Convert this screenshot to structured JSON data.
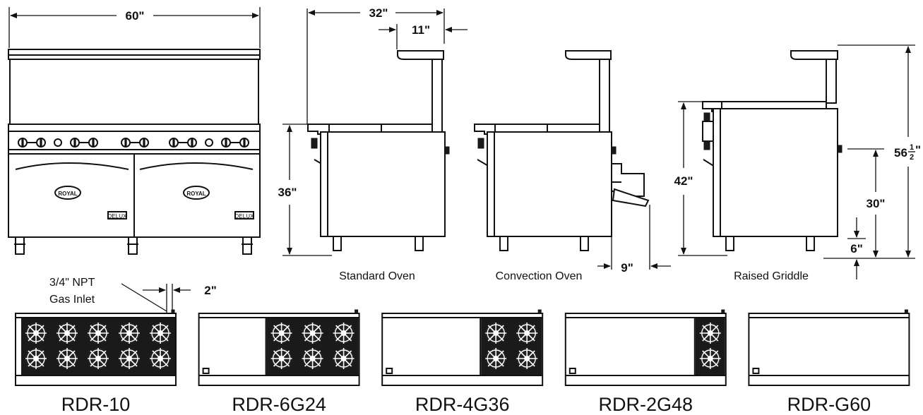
{
  "dimensions": {
    "width_60": "60\"",
    "depth_32": "32\"",
    "shelf_11": "11\"",
    "height_36": "36\"",
    "height_42": "42\"",
    "height_56": "56",
    "height_56_frac_num": "1",
    "height_56_frac_den": "2",
    "height_56_quote": "\"",
    "height_30": "30\"",
    "leg_6": "6\"",
    "conv_9": "9\"",
    "inlet_2": "2\""
  },
  "views": {
    "standard_oven": "Standard Oven",
    "convection_oven": "Convection Oven",
    "raised_griddle": "Raised Griddle"
  },
  "gas_inlet": {
    "line1": "3/4\" NPT",
    "line2": "Gas Inlet"
  },
  "models": [
    {
      "name": "RDR-10",
      "burners": 10,
      "griddle_fraction": 0.0
    },
    {
      "name": "RDR-6G24",
      "burners": 6,
      "griddle_fraction": 0.4
    },
    {
      "name": "RDR-4G36",
      "burners": 4,
      "griddle_fraction": 0.6
    },
    {
      "name": "RDR-2G48",
      "burners": 2,
      "griddle_fraction": 0.8
    },
    {
      "name": "RDR-G60",
      "burners": 0,
      "griddle_fraction": 1.0
    }
  ],
  "front_view": {
    "logo_left": "ROYAL",
    "logo_right": "ROYAL",
    "badge_left": "DELUX",
    "badge_right": "DELUX"
  }
}
